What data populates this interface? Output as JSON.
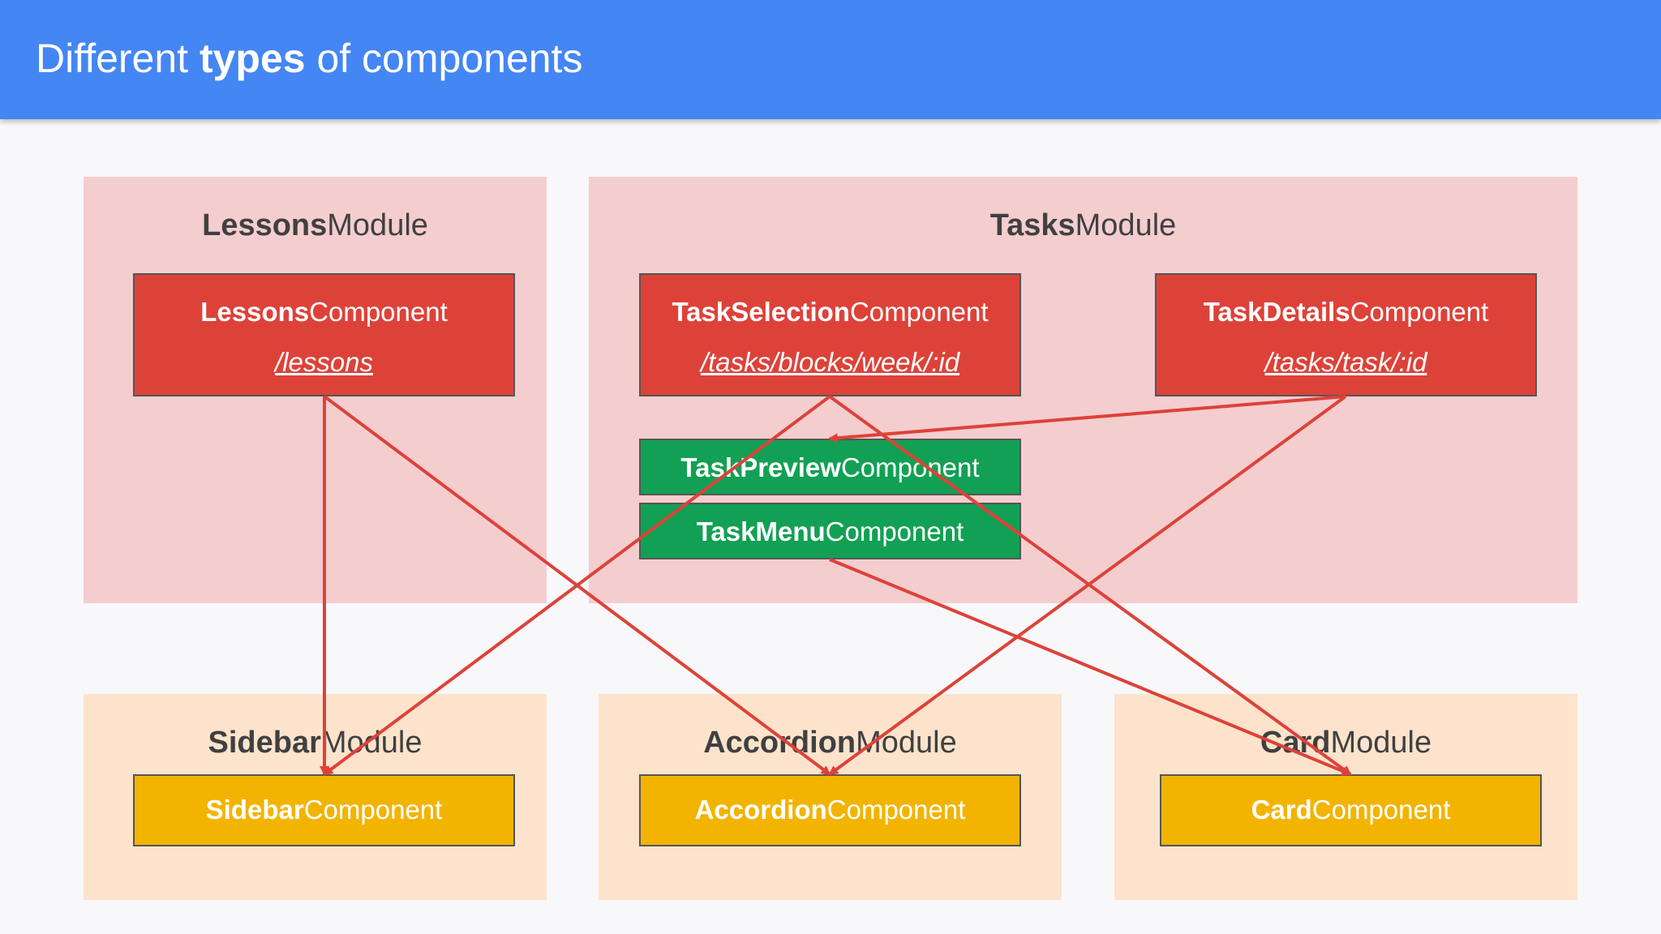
{
  "header": {
    "title_prefix": "Different ",
    "title_bold": "types",
    "title_suffix": " of components"
  },
  "modules": {
    "lessons": {
      "title_bold": "Lessons",
      "title_rest": "Module",
      "component": {
        "bold": "Lessons",
        "rest": "Component",
        "route": "/lessons"
      }
    },
    "tasks": {
      "title_bold": "Tasks",
      "title_rest": "Module",
      "task_selection": {
        "bold": "TaskSelection",
        "rest": "Component",
        "route": "/tasks/blocks/week/:id"
      },
      "task_details": {
        "bold": "TaskDetails",
        "rest": "Component",
        "route": "/tasks/task/:id"
      },
      "task_preview": {
        "bold": "TaskPreview",
        "rest": "Component"
      },
      "task_menu": {
        "bold": "TaskMenu",
        "rest": "Component"
      }
    },
    "sidebar": {
      "title_bold": "Sidebar",
      "title_rest": "Module",
      "component": {
        "bold": "Sidebar",
        "rest": "Component"
      }
    },
    "accordion": {
      "title_bold": "Accordion",
      "title_rest": "Module",
      "component": {
        "bold": "Accordion",
        "rest": "Component"
      }
    },
    "card": {
      "title_bold": "Card",
      "title_rest": "Module",
      "component": {
        "bold": "Card",
        "rest": "Component"
      }
    }
  },
  "colors": {
    "header": "#4486f4",
    "routed_component": "#dd4239",
    "presentational_component": "#12a054",
    "shared_component": "#f2b400",
    "feature_module": "#f4cdcf",
    "shared_module": "#fde3cc",
    "arrow": "#dd4239"
  },
  "connections": [
    {
      "from": "lessons-component",
      "to": "sidebar-component"
    },
    {
      "from": "lessons-component",
      "to": "accordion-component"
    },
    {
      "from": "task-selection-component",
      "to": "sidebar-component"
    },
    {
      "from": "task-selection-component",
      "to": "card-component"
    },
    {
      "from": "task-details-component",
      "to": "task-preview-component"
    },
    {
      "from": "task-details-component",
      "to": "accordion-component"
    },
    {
      "from": "task-menu-component",
      "to": "card-component"
    }
  ]
}
